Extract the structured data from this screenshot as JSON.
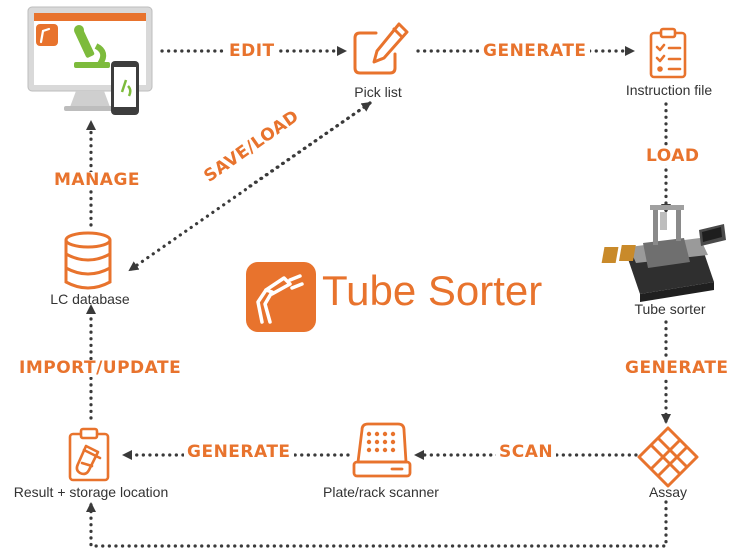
{
  "brand": {
    "name": "Tube Sorter"
  },
  "colors": {
    "accent": "#e8732d",
    "arrow": "#3a3a3a",
    "text": "#333333",
    "monitor": "#c8c8c8"
  },
  "nodes": {
    "lims": {
      "label": "",
      "icon": "computer-with-phone-icon"
    },
    "pick_list": {
      "label": "Pick list",
      "icon": "edit-pencil-icon"
    },
    "instruction_file": {
      "label": "Instruction file",
      "icon": "clipboard-checklist-icon"
    },
    "tube_sorter": {
      "label": "Tube sorter",
      "icon": "tube-sorter-machine-icon"
    },
    "assay": {
      "label": "Assay",
      "icon": "assay-grid-icon"
    },
    "scanner": {
      "label": "Plate/rack scanner",
      "icon": "rack-scanner-icon"
    },
    "result": {
      "label": "Result + storage location",
      "icon": "clipboard-tube-icon"
    },
    "database": {
      "label": "LC database",
      "icon": "database-icon"
    }
  },
  "edges": {
    "edit": "EDIT",
    "generate_instructions": "GENERATE",
    "load": "LOAD",
    "generate_assay": "GENERATE",
    "scan": "SCAN",
    "generate_result": "GENERATE",
    "import_update": "IMPORT/UPDATE",
    "manage": "MANAGE",
    "save_load": "SAVE/LOAD"
  }
}
